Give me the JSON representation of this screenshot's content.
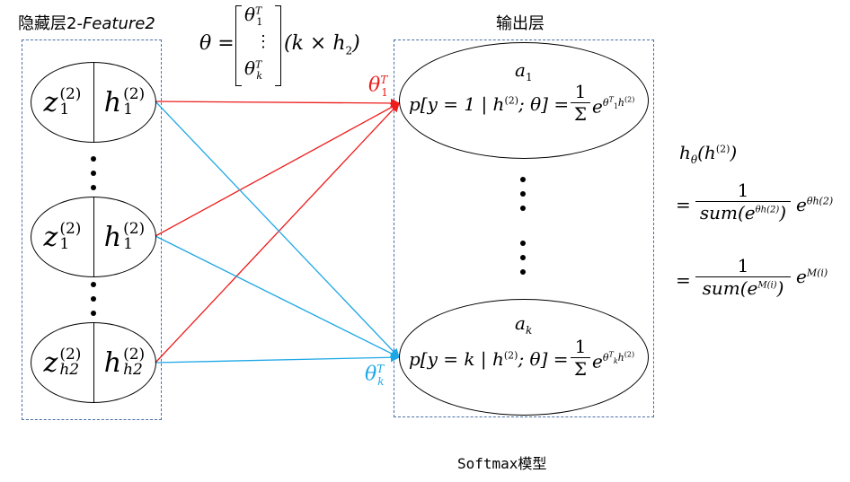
{
  "labels": {
    "hidden_layer": "隐藏层2-",
    "hidden_layer_feature": "Feature2",
    "output_layer": "输出层",
    "caption": "Softmax模型"
  },
  "theta_def": {
    "lhs": "θ =",
    "row1": "θ",
    "row1_sub": "1",
    "row1_sup": "T",
    "row_dots": "⋮",
    "rowk": "θ",
    "rowk_sub": "k",
    "rowk_sup": "T",
    "dim": "(k × h",
    "dim_sub": "2",
    "dim_close": ")"
  },
  "hidden_nodes": [
    {
      "z": "z",
      "z_sup": "(2)",
      "z_sub": "1",
      "h": "h",
      "h_sup": "(2)",
      "h_sub": "1"
    },
    {
      "z": "z",
      "z_sup": "(2)",
      "z_sub": "1",
      "h": "h",
      "h_sup": "(2)",
      "h_sub": "1"
    },
    {
      "z": "z",
      "z_sup": "(2)",
      "z_sub": "h2",
      "h": "h",
      "h_sup": "(2)",
      "h_sub": "h2"
    }
  ],
  "output_nodes": [
    {
      "a": "a",
      "a_sub": "1",
      "p": "p[y = 1 | h",
      "p_sup": "(2)",
      "p_tail": "; θ] =",
      "num": "1",
      "den": "Σ",
      "e": "e",
      "exp": "θ",
      "exp_sub": "1",
      "exp_sup": "T",
      "exp_h": "h",
      "exp_h_sup": "(2)"
    },
    {
      "a": "a",
      "a_sub": "k",
      "p": "p[y = k | h",
      "p_sup": "(2)",
      "p_tail": "; θ] =",
      "num": "1",
      "den": "Σ",
      "e": "e",
      "exp": "θ",
      "exp_sub": "k",
      "exp_sup": "T",
      "exp_h": "h",
      "exp_h_sup": "(2)"
    }
  ],
  "edge_labels": {
    "red": {
      "text": "θ",
      "sub": "1",
      "sup": "T"
    },
    "cyan": {
      "text": "θ",
      "sub": "k",
      "sup": "T"
    }
  },
  "right_formula": {
    "line1": "h",
    "line1_sub": "θ",
    "line1_arg": "(h",
    "line1_arg_sup": "(2)",
    "line1_close": ")",
    "eq1": "=",
    "num1": "1",
    "den1": "sum(e",
    "den1_sup": "θh(2)",
    "den1_close": ")",
    "tail1": "e",
    "tail1_sup": "θh(2)",
    "eq2": "=",
    "num2": "1",
    "den2": "sum(e",
    "den2_sup": "M(i)",
    "den2_close": ")",
    "tail2": "e",
    "tail2_sup": "M(i)"
  },
  "colors": {
    "red": "#ee1c1c",
    "cyan": "#1ea7e6",
    "box": "#4a6fa5"
  }
}
